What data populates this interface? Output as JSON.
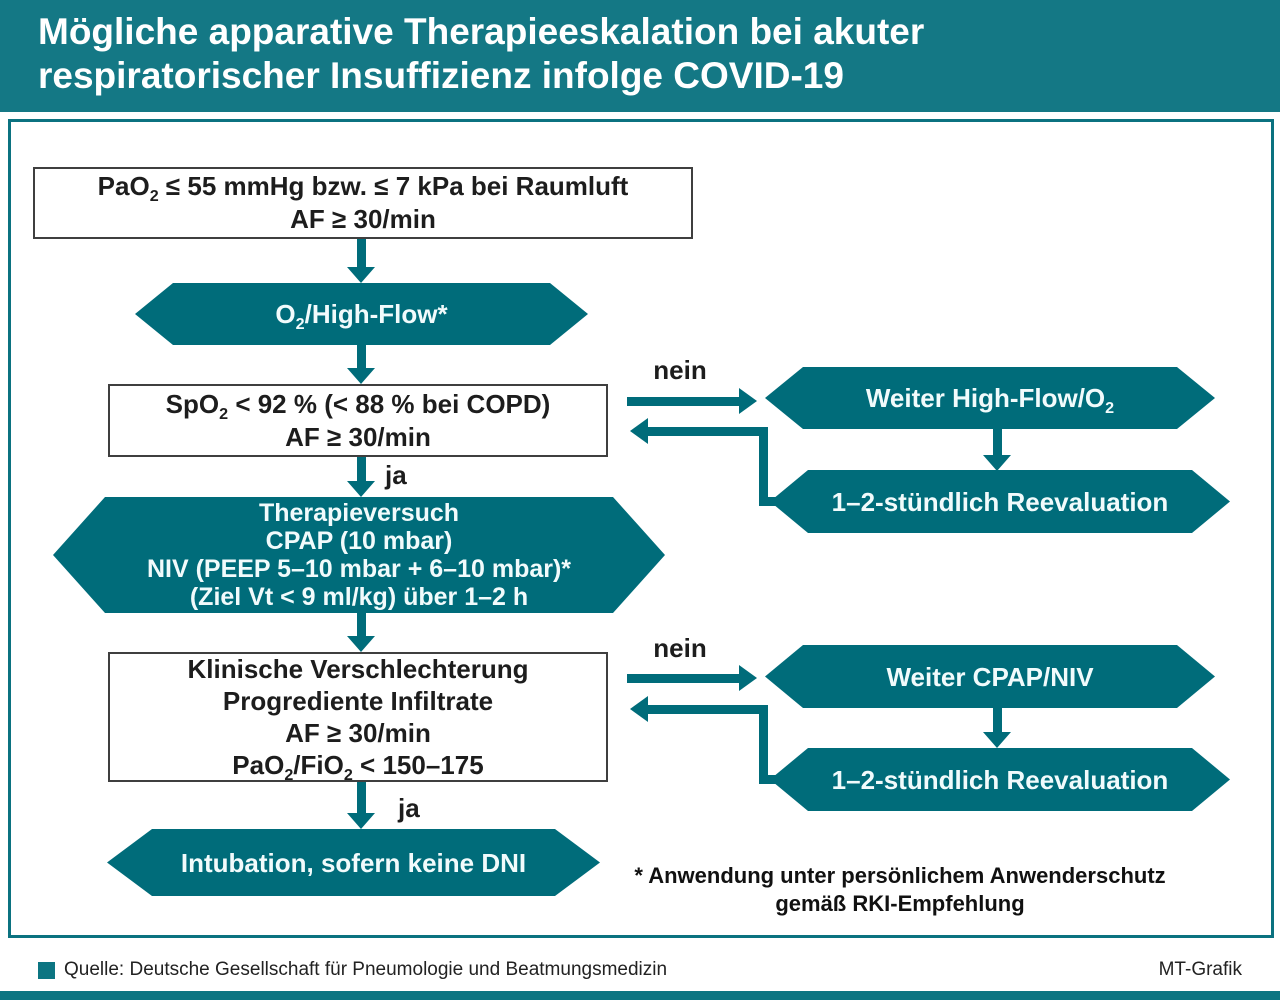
{
  "title": {
    "line1": "Mögliche apparative Therapieeskalation bei akuter",
    "line2": "respiratorischer Insuffizienz infolge COVID-19"
  },
  "colors": {
    "banner": "#147885",
    "shape": "#006c7a",
    "frame": "#0b7280",
    "box_border": "#3f3f3f",
    "text_dark": "#1d1d1d",
    "text_light": "#f1fbfc",
    "accent": "#0c7582"
  },
  "flow": {
    "box_pao2": {
      "lines": [
        "PaO~2~ ≤ 55 mmHg bzw. ≤ 7 kPa bei Raumluft",
        "AF ≥ 30/min"
      ]
    },
    "hex_highflow": {
      "label": "O~2~/High-Flow*"
    },
    "box_spo2": {
      "lines": [
        "SpO~2~ < 92 % (< 88 % bei COPD)",
        "AF ≥ 30/min"
      ]
    },
    "label_ja_1": "ja",
    "hex_therapy": {
      "lines": [
        "Therapieversuch",
        "CPAP (10 mbar)",
        "NIV (PEEP 5–10 mbar + 6–10 mbar)*",
        "(Ziel Vt < 9 ml/kg) über 1–2 h"
      ]
    },
    "box_deterioration": {
      "lines": [
        "Klinische Verschlechterung",
        "Progrediente Infiltrate",
        "AF ≥ 30/min",
        "PaO~2~/FiO~2~ < 150–175"
      ]
    },
    "label_ja_2": "ja",
    "hex_intubation": {
      "label": "Intubation, sofern keine DNI"
    },
    "branch_highflow": {
      "label_nein": "nein",
      "hex_continue": "Weiter High-Flow/O~2~",
      "hex_reeval": "1–2-stündlich Reevaluation"
    },
    "branch_cpap": {
      "label_nein": "nein",
      "hex_continue": "Weiter CPAP/NIV",
      "hex_reeval": "1–2-stündlich Reevaluation"
    }
  },
  "footnote": {
    "line1": "* Anwendung unter persönlichem Anwenderschutz",
    "line2": "gemäß RKI-Empfehlung"
  },
  "footer": {
    "source": "Quelle: Deutsche Gesellschaft für Pneumologie und Beatmungsmedizin",
    "credit": "MT-Grafik"
  }
}
